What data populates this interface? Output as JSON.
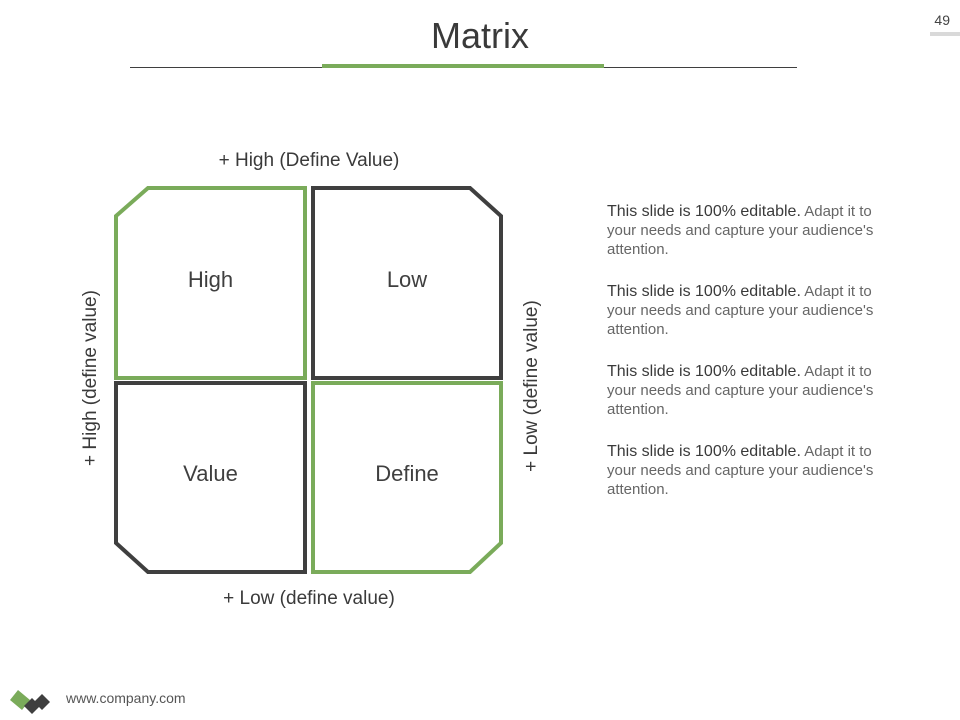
{
  "slide": {
    "title": "Matrix",
    "page_number": "49",
    "footer_url": "www.company.com"
  },
  "matrix": {
    "axis_top": "+ High (Define Value)",
    "axis_bottom": "+ Low (define value)",
    "axis_left": "+ High (define value)",
    "axis_right": "+ Low (define value)",
    "cells": [
      {
        "label": "High",
        "color": "#7aab5a"
      },
      {
        "label": "Low",
        "color": "#3f3f3f"
      },
      {
        "label": "Value",
        "color": "#3f3f3f"
      },
      {
        "label": "Define",
        "color": "#7aab5a"
      }
    ]
  },
  "notes": [
    {
      "lead": "This slide is 100% editable.",
      "body": " Adapt it to your needs and capture your audience's attention."
    },
    {
      "lead": "This slide is 100% editable.",
      "body": " Adapt it to your needs and capture your audience's attention."
    },
    {
      "lead": "This slide is 100% editable.",
      "body": " Adapt it to your needs and capture your audience's attention."
    },
    {
      "lead": "This slide is 100% editable.",
      "body": " Adapt it to your needs and capture your audience's attention."
    }
  ],
  "colors": {
    "accent": "#7aab5a",
    "dark": "#3f3f3f"
  }
}
